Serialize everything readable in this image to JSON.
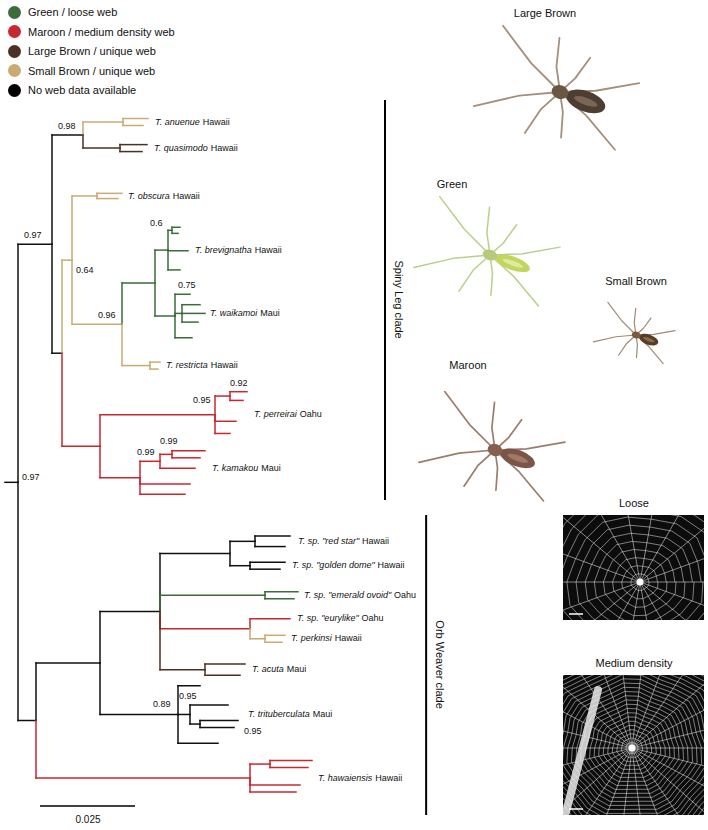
{
  "diagram": {
    "labels": [
      "0.98",
      "T. anuenue",
      "Hawaii",
      "T. quasimodo",
      "Hawaii",
      "0.97",
      "T. obscura",
      "Hawaii",
      "0.6",
      "T. brevignatha",
      "Hawaii",
      "0.75",
      "T. waikamoi",
      "Maui",
      "0.64",
      "0.96",
      "T. restricta",
      "Hawaii",
      "0.92",
      "0.95",
      "T. perreirai",
      "Oahu",
      "0.97",
      "0.99",
      "0.99",
      "T. kamakou",
      "Maui",
      "T. sp. \"red star\"",
      "Hawaii",
      "T. sp. \"golden dome\"",
      "Hawaii",
      "T. sp. \"emerald ovoid\"",
      "Oahu",
      "T. sp. \"eurylike\"",
      "Oahu",
      "T. perkinsi",
      "Hawaii",
      "T. acuta",
      "Maui",
      "0.89",
      "0.95",
      "0.95",
      "T. trituberculata",
      "Maui",
      "T. hawaiensis",
      "Hawaii",
      "0.025",
      "Spiny Leg clade",
      "Orb Weaver clade",
      "Large Brown",
      "Green",
      "Small Brown",
      "Maroon",
      "Loose",
      "Medium density"
    ],
    "legend": [
      {
        "text": "Green / loose web",
        "color": "#3d6b3b"
      },
      {
        "text": "Maroon / medium density web",
        "color": "#c6282f"
      },
      {
        "text": "Large Brown / unique web",
        "color": "#4b3024"
      },
      {
        "text": "Small Brown / unique web",
        "color": "#c9ab72"
      },
      {
        "text": "No web data available",
        "color": "#000000"
      }
    ]
  }
}
